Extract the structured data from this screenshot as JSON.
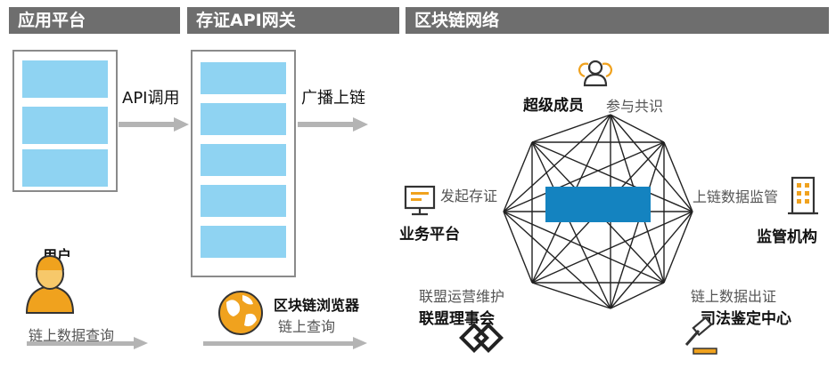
{
  "headers": {
    "app_platform": "应用平台",
    "gateway": "存证API网关",
    "network": "区块链网络"
  },
  "flow": {
    "api_call": "API调用",
    "broadcast": "广播上链"
  },
  "user": {
    "label": "用户",
    "query": "链上数据查询"
  },
  "explorer": {
    "label": "区块链浏览器",
    "query": "链上查询"
  },
  "nodes": {
    "super_member": {
      "label": "超级成员",
      "action": "参与共识"
    },
    "business": {
      "label": "业务平台",
      "action": "发起存证"
    },
    "regulator": {
      "label": "监管机构",
      "action": "上链数据监管"
    },
    "alliance": {
      "label": "联盟理事会",
      "action": "联盟运营维护"
    },
    "judicial": {
      "label": "司法鉴定中心",
      "action": "链上数据出证"
    }
  },
  "colors": {
    "header_bg": "#6e6e6e",
    "block": "#8fd3f2",
    "center_block": "#1483c0",
    "arrow": "#b4b4b4",
    "icon_orange": "#f0a21e"
  }
}
